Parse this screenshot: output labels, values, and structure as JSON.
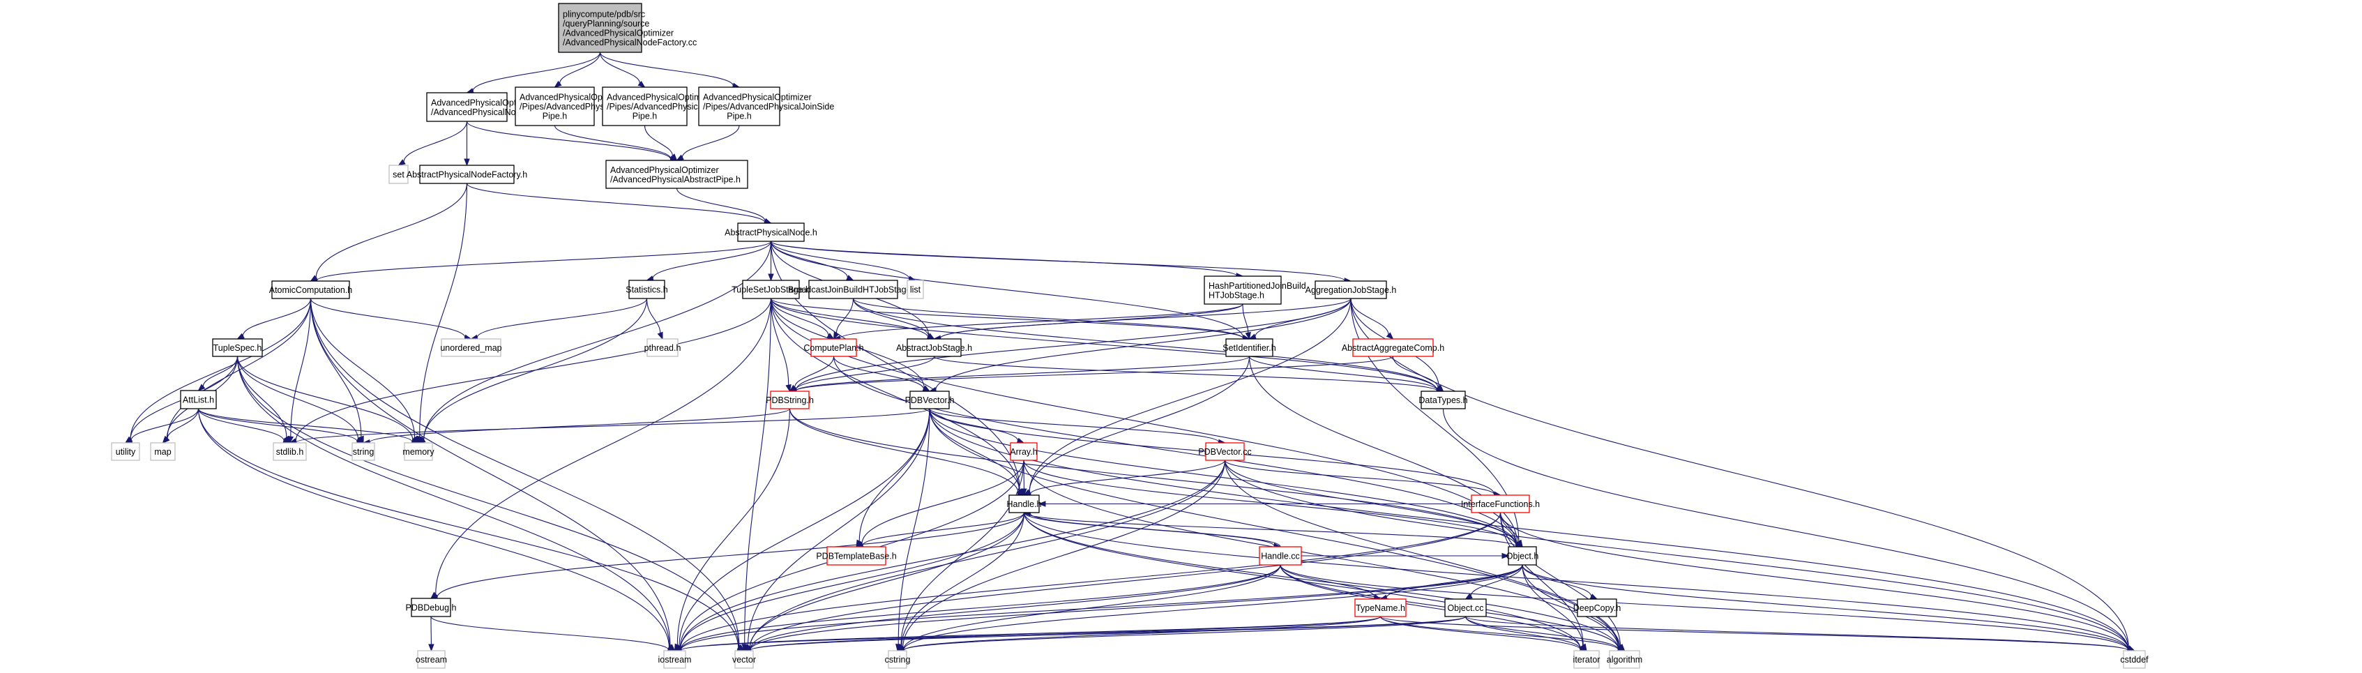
{
  "graph": {
    "title": "Include dependency graph for AdvancedPhysicalNodeFactory.cc",
    "colors": {
      "edge": "#191970",
      "root_fill": "#bfbfbf",
      "normal_border": "#000000",
      "truncated_border": "#ff0000",
      "external_border": "#bfbfbf",
      "external_text": "#000000"
    },
    "nodes": [
      {
        "id": "root",
        "kind": "root",
        "lines": [
          "plinycompute/pdb/src",
          "/queryPlanning/source",
          "/AdvancedPhysicalOptimizer",
          "/AdvancedPhysicalNodeFactory.cc"
        ]
      },
      {
        "id": "apnf_h",
        "kind": "normal",
        "lines": [
          "AdvancedPhysicalOptimizer",
          "/AdvancedPhysicalNodeFactory.h"
        ]
      },
      {
        "id": "straight",
        "kind": "normal",
        "lines": [
          "AdvancedPhysicalOptimizer",
          "/Pipes/AdvancedPhysicalStraight",
          "Pipe.h"
        ]
      },
      {
        "id": "aggpipe",
        "kind": "normal",
        "lines": [
          "AdvancedPhysicalOptimizer",
          "/Pipes/AdvancedPhysicalAggregation",
          "Pipe.h"
        ]
      },
      {
        "id": "joinside",
        "kind": "normal",
        "lines": [
          "AdvancedPhysicalOptimizer",
          "/Pipes/AdvancedPhysicalJoinSide",
          "Pipe.h"
        ]
      },
      {
        "id": "set",
        "kind": "external",
        "lines": [
          "set"
        ]
      },
      {
        "id": "apnodefactory",
        "kind": "normal",
        "lines": [
          "AbstractPhysicalNodeFactory.h"
        ]
      },
      {
        "id": "abstractpipe",
        "kind": "normal",
        "lines": [
          "AdvancedPhysicalOptimizer",
          "/AdvancedPhysicalAbstractPipe.h"
        ]
      },
      {
        "id": "apnode",
        "kind": "normal",
        "lines": [
          "AbstractPhysicalNode.h"
        ]
      },
      {
        "id": "atomic",
        "kind": "normal",
        "lines": [
          "AtomicComputation.h"
        ]
      },
      {
        "id": "statistics",
        "kind": "normal",
        "lines": [
          "Statistics.h"
        ]
      },
      {
        "id": "tuplesetjob",
        "kind": "normal",
        "lines": [
          "TupleSetJobStage.h"
        ]
      },
      {
        "id": "broadcast",
        "kind": "normal",
        "lines": [
          "BroadcastJoinBuildHTJobStage.h"
        ]
      },
      {
        "id": "list",
        "kind": "external",
        "lines": [
          "list"
        ]
      },
      {
        "id": "hashpart",
        "kind": "normal",
        "lines": [
          "HashPartitionedJoinBuild",
          "HTJobStage.h"
        ]
      },
      {
        "id": "aggjob",
        "kind": "normal",
        "lines": [
          "AggregationJobStage.h"
        ]
      },
      {
        "id": "tuplespec",
        "kind": "normal",
        "lines": [
          "TupleSpec.h"
        ]
      },
      {
        "id": "unordered_map",
        "kind": "external",
        "lines": [
          "unordered_map"
        ]
      },
      {
        "id": "pthread",
        "kind": "external",
        "lines": [
          "pthread.h"
        ]
      },
      {
        "id": "computeplan",
        "kind": "truncated",
        "lines": [
          "ComputePlan.h"
        ]
      },
      {
        "id": "abstractjob",
        "kind": "normal",
        "lines": [
          "AbstractJobStage.h"
        ]
      },
      {
        "id": "setid",
        "kind": "normal",
        "lines": [
          "SetIdentifier.h"
        ]
      },
      {
        "id": "aggcomp",
        "kind": "truncated",
        "lines": [
          "AbstractAggregateComp.h"
        ]
      },
      {
        "id": "attlist",
        "kind": "normal",
        "lines": [
          "AttList.h"
        ]
      },
      {
        "id": "pdbstring",
        "kind": "truncated",
        "lines": [
          "PDBString.h"
        ]
      },
      {
        "id": "pdbvector",
        "kind": "normal",
        "lines": [
          "PDBVector.h"
        ]
      },
      {
        "id": "datatypes",
        "kind": "normal",
        "lines": [
          "DataTypes.h"
        ]
      },
      {
        "id": "utility",
        "kind": "external",
        "lines": [
          "utility"
        ]
      },
      {
        "id": "map",
        "kind": "external",
        "lines": [
          "map"
        ]
      },
      {
        "id": "stdlib",
        "kind": "external",
        "lines": [
          "stdlib.h"
        ]
      },
      {
        "id": "string",
        "kind": "external",
        "lines": [
          "string"
        ]
      },
      {
        "id": "memory",
        "kind": "external",
        "lines": [
          "memory"
        ]
      },
      {
        "id": "array",
        "kind": "truncated",
        "lines": [
          "Array.h"
        ]
      },
      {
        "id": "pdbvectorcc",
        "kind": "truncated",
        "lines": [
          "PDBVector.cc"
        ]
      },
      {
        "id": "handle",
        "kind": "normal",
        "lines": [
          "Handle.h"
        ]
      },
      {
        "id": "interfacefn",
        "kind": "truncated",
        "lines": [
          "InterfaceFunctions.h"
        ]
      },
      {
        "id": "templatebase",
        "kind": "truncated",
        "lines": [
          "PDBTemplateBase.h"
        ]
      },
      {
        "id": "handlecc",
        "kind": "truncated",
        "lines": [
          "Handle.cc"
        ]
      },
      {
        "id": "object",
        "kind": "normal",
        "lines": [
          "Object.h"
        ]
      },
      {
        "id": "pdbdebug",
        "kind": "normal",
        "lines": [
          "PDBDebug.h"
        ]
      },
      {
        "id": "typename",
        "kind": "truncated",
        "lines": [
          "TypeName.h"
        ]
      },
      {
        "id": "objectcc",
        "kind": "normal",
        "lines": [
          "Object.cc"
        ]
      },
      {
        "id": "deepcopy",
        "kind": "normal",
        "lines": [
          "DeepCopy.h"
        ]
      },
      {
        "id": "ostream",
        "kind": "external",
        "lines": [
          "ostream"
        ]
      },
      {
        "id": "iostream",
        "kind": "external",
        "lines": [
          "iostream"
        ]
      },
      {
        "id": "vector",
        "kind": "external",
        "lines": [
          "vector"
        ]
      },
      {
        "id": "cstring",
        "kind": "external",
        "lines": [
          "cstring"
        ]
      },
      {
        "id": "iterator",
        "kind": "external",
        "lines": [
          "iterator"
        ]
      },
      {
        "id": "algorithm",
        "kind": "external",
        "lines": [
          "algorithm"
        ]
      },
      {
        "id": "cstddef",
        "kind": "external",
        "lines": [
          "cstddef"
        ]
      }
    ],
    "edges": [
      [
        "root",
        "apnf_h"
      ],
      [
        "root",
        "straight"
      ],
      [
        "root",
        "aggpipe"
      ],
      [
        "root",
        "joinside"
      ],
      [
        "apnf_h",
        "set"
      ],
      [
        "apnf_h",
        "apnodefactory"
      ],
      [
        "apnf_h",
        "abstractpipe"
      ],
      [
        "straight",
        "abstractpipe"
      ],
      [
        "aggpipe",
        "abstractpipe"
      ],
      [
        "joinside",
        "abstractpipe"
      ],
      [
        "abstractpipe",
        "apnode"
      ],
      [
        "apnodefactory",
        "apnode"
      ],
      [
        "apnodefactory",
        "atomic"
      ],
      [
        "apnodefactory",
        "memory"
      ],
      [
        "apnode",
        "atomic"
      ],
      [
        "apnode",
        "statistics"
      ],
      [
        "apnode",
        "tuplesetjob"
      ],
      [
        "apnode",
        "broadcast"
      ],
      [
        "apnode",
        "list"
      ],
      [
        "apnode",
        "hashpart"
      ],
      [
        "apnode",
        "aggjob"
      ],
      [
        "apnode",
        "abstractjob"
      ],
      [
        "apnode",
        "setid"
      ],
      [
        "apnode",
        "memory"
      ],
      [
        "apnode",
        "handle"
      ],
      [
        "atomic",
        "tuplespec"
      ],
      [
        "atomic",
        "utility"
      ],
      [
        "atomic",
        "map"
      ],
      [
        "atomic",
        "stdlib"
      ],
      [
        "atomic",
        "string"
      ],
      [
        "atomic",
        "memory"
      ],
      [
        "atomic",
        "unordered_map"
      ],
      [
        "atomic",
        "vector"
      ],
      [
        "atomic",
        "iostream"
      ],
      [
        "statistics",
        "unordered_map"
      ],
      [
        "statistics",
        "pthread"
      ],
      [
        "statistics",
        "memory"
      ],
      [
        "tuplesetjob",
        "computeplan"
      ],
      [
        "tuplesetjob",
        "pdbstring"
      ],
      [
        "tuplesetjob",
        "pdbvector"
      ],
      [
        "tuplesetjob",
        "abstractjob"
      ],
      [
        "tuplesetjob",
        "setid"
      ],
      [
        "tuplesetjob",
        "datatypes"
      ],
      [
        "tuplesetjob",
        "handle"
      ],
      [
        "tuplesetjob",
        "object"
      ],
      [
        "tuplesetjob",
        "stdlib"
      ],
      [
        "tuplesetjob",
        "pdbdebug"
      ],
      [
        "tuplesetjob",
        "vector"
      ],
      [
        "broadcast",
        "computeplan"
      ],
      [
        "broadcast",
        "abstractjob"
      ],
      [
        "broadcast",
        "setid"
      ],
      [
        "broadcast",
        "datatypes"
      ],
      [
        "hashpart",
        "computeplan"
      ],
      [
        "hashpart",
        "abstractjob"
      ],
      [
        "hashpart",
        "setid"
      ],
      [
        "aggjob",
        "aggcomp"
      ],
      [
        "aggjob",
        "datatypes"
      ],
      [
        "aggjob",
        "abstractjob"
      ],
      [
        "aggjob",
        "setid"
      ],
      [
        "aggjob",
        "pdbstring"
      ],
      [
        "aggjob",
        "pdbvector"
      ],
      [
        "aggjob",
        "handle"
      ],
      [
        "aggjob",
        "object"
      ],
      [
        "aggjob",
        "cstddef"
      ],
      [
        "aggcomp",
        "datatypes"
      ],
      [
        "aggcomp",
        "pdbstring"
      ],
      [
        "computeplan",
        "pdbstring"
      ],
      [
        "computeplan",
        "pdbvector"
      ],
      [
        "computeplan",
        "object"
      ],
      [
        "abstractjob",
        "pdbstring"
      ],
      [
        "abstractjob",
        "datatypes"
      ],
      [
        "setid",
        "datatypes"
      ],
      [
        "setid",
        "object"
      ],
      [
        "setid",
        "handle"
      ],
      [
        "setid",
        "pdbstring"
      ],
      [
        "tuplespec",
        "attlist"
      ],
      [
        "tuplespec",
        "utility"
      ],
      [
        "tuplespec",
        "map"
      ],
      [
        "tuplespec",
        "stdlib"
      ],
      [
        "tuplespec",
        "string"
      ],
      [
        "tuplespec",
        "memory"
      ],
      [
        "tuplespec",
        "vector"
      ],
      [
        "tuplespec",
        "iostream"
      ],
      [
        "attlist",
        "utility"
      ],
      [
        "attlist",
        "map"
      ],
      [
        "attlist",
        "stdlib"
      ],
      [
        "attlist",
        "string"
      ],
      [
        "attlist",
        "memory"
      ],
      [
        "attlist",
        "iostream"
      ],
      [
        "attlist",
        "vector"
      ],
      [
        "pdbstring",
        "handle"
      ],
      [
        "pdbstring",
        "string"
      ],
      [
        "pdbstring",
        "object"
      ],
      [
        "pdbstring",
        "iostream"
      ],
      [
        "pdbvector",
        "array"
      ],
      [
        "pdbvector",
        "pdbvectorcc"
      ],
      [
        "pdbvector",
        "handle"
      ],
      [
        "pdbvector",
        "object"
      ],
      [
        "pdbvector",
        "interfacefn"
      ],
      [
        "pdbvector",
        "templatebase"
      ],
      [
        "pdbvector",
        "stdlib"
      ],
      [
        "pdbvector",
        "cstddef"
      ],
      [
        "pdbvector",
        "iostream"
      ],
      [
        "pdbvector",
        "vector"
      ],
      [
        "pdbvector",
        "cstring"
      ],
      [
        "pdbvector",
        "algorithm"
      ],
      [
        "datatypes",
        "cstddef"
      ],
      [
        "array",
        "handle"
      ],
      [
        "array",
        "templatebase"
      ],
      [
        "array",
        "object"
      ],
      [
        "array",
        "cstring"
      ],
      [
        "array",
        "algorithm"
      ],
      [
        "array",
        "iostream"
      ],
      [
        "pdbvectorcc",
        "handle"
      ],
      [
        "pdbvectorcc",
        "object"
      ],
      [
        "pdbvectorcc",
        "interfacefn"
      ],
      [
        "pdbvectorcc",
        "cstring"
      ],
      [
        "pdbvectorcc",
        "cstddef"
      ],
      [
        "pdbvectorcc",
        "iostream"
      ],
      [
        "pdbvectorcc",
        "vector"
      ],
      [
        "pdbvectorcc",
        "algorithm"
      ],
      [
        "handle",
        "templatebase"
      ],
      [
        "handle",
        "handlecc"
      ],
      [
        "handle",
        "object"
      ],
      [
        "handle",
        "pdbdebug"
      ],
      [
        "handle",
        "iostream"
      ],
      [
        "handle",
        "vector"
      ],
      [
        "handle",
        "cstring"
      ],
      [
        "handle",
        "cstddef"
      ],
      [
        "handle",
        "iterator"
      ],
      [
        "handle",
        "algorithm"
      ],
      [
        "interfacefn",
        "object"
      ],
      [
        "interfacefn",
        "handle"
      ],
      [
        "interfacefn",
        "iostream"
      ],
      [
        "interfacefn",
        "vector"
      ],
      [
        "interfacefn",
        "algorithm"
      ],
      [
        "interfacefn",
        "cstddef"
      ],
      [
        "interfacefn",
        "iterator"
      ],
      [
        "handlecc",
        "handle"
      ],
      [
        "handlecc",
        "typename"
      ],
      [
        "handlecc",
        "object"
      ],
      [
        "handlecc",
        "cstring"
      ],
      [
        "handlecc",
        "iostream"
      ],
      [
        "handlecc",
        "vector"
      ],
      [
        "handlecc",
        "cstddef"
      ],
      [
        "handlecc",
        "iterator"
      ],
      [
        "handlecc",
        "algorithm"
      ],
      [
        "object",
        "typename"
      ],
      [
        "object",
        "objectcc"
      ],
      [
        "object",
        "deepcopy"
      ],
      [
        "object",
        "cstring"
      ],
      [
        "object",
        "iostream"
      ],
      [
        "object",
        "vector"
      ],
      [
        "object",
        "cstddef"
      ],
      [
        "object",
        "iterator"
      ],
      [
        "object",
        "algorithm"
      ],
      [
        "pdbdebug",
        "ostream"
      ],
      [
        "pdbdebug",
        "iostream"
      ],
      [
        "typename",
        "cstring"
      ],
      [
        "typename",
        "iostream"
      ],
      [
        "typename",
        "vector"
      ],
      [
        "typename",
        "iterator"
      ],
      [
        "typename",
        "algorithm"
      ],
      [
        "typename",
        "cstddef"
      ],
      [
        "objectcc",
        "cstring"
      ],
      [
        "objectcc",
        "iostream"
      ],
      [
        "objectcc",
        "vector"
      ],
      [
        "objectcc",
        "iterator"
      ],
      [
        "objectcc",
        "algorithm"
      ],
      [
        "objectcc",
        "cstddef"
      ]
    ]
  }
}
